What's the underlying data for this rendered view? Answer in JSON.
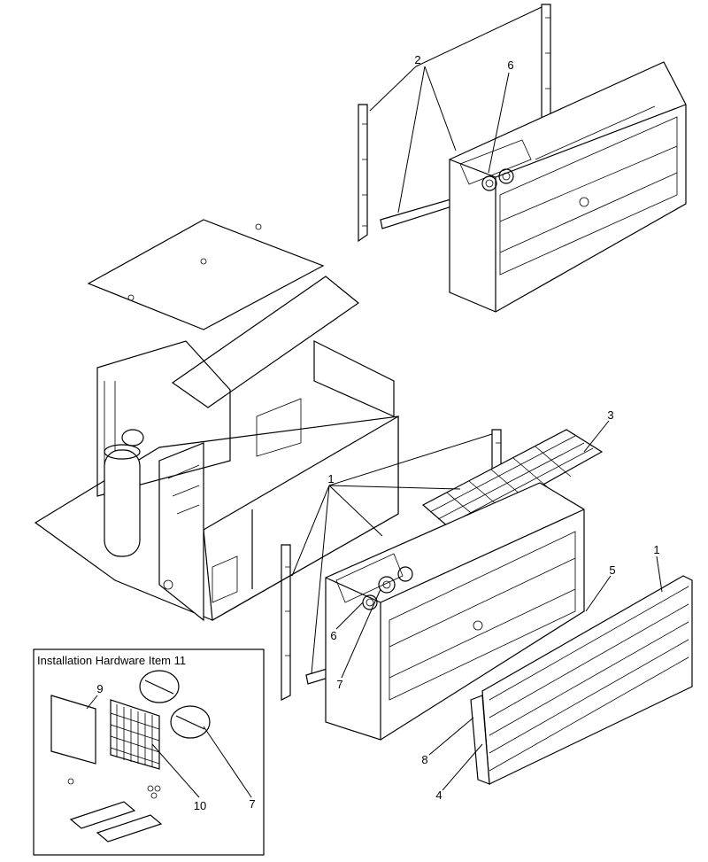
{
  "inset": {
    "title": "Installation Hardware Item 11"
  },
  "callouts": {
    "c1_top": "2",
    "c6_top": "6",
    "c3": "3",
    "c1_mid": "1",
    "c1_right": "1",
    "c5": "5",
    "c6_mid": "6",
    "c7_mid": "7",
    "c8": "8",
    "c4": "4",
    "c9": "9",
    "c10": "10",
    "c7_inset": "7"
  }
}
